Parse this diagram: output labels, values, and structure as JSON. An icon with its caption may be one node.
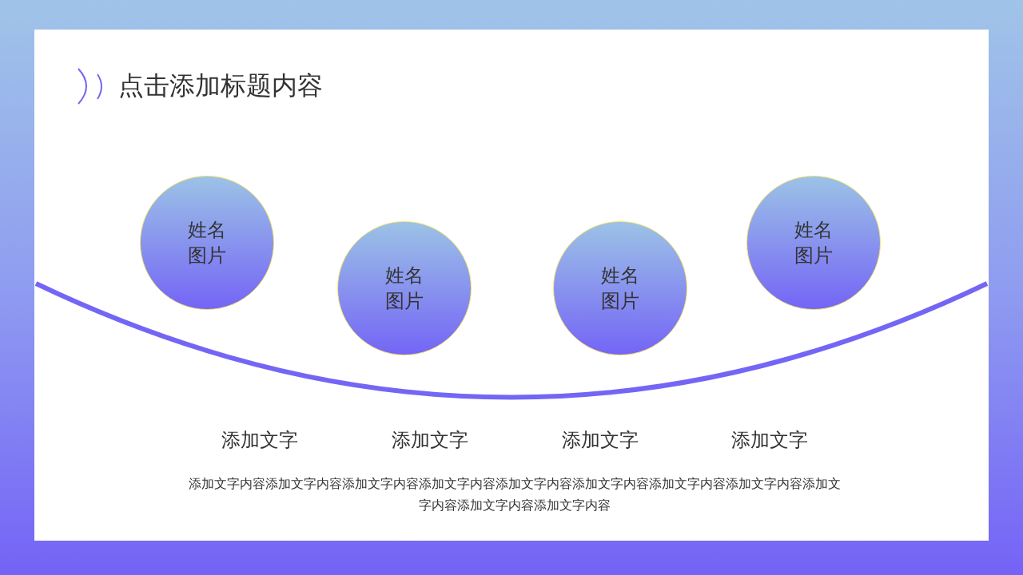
{
  "diagram": {
    "title": "点击添加标题内容",
    "nodes": [
      {
        "text": [
          "姓名图片"
        ]
      },
      {
        "text": [
          "姓名图片"
        ]
      },
      {
        "text": [
          "姓名图片"
        ]
      },
      {
        "text": [
          "姓名图片"
        ]
      }
    ],
    "labels": [
      "添加文字",
      "添加文字",
      "添加文字",
      "添加文字",
      "添加文字内容添加文字内容添加文字内容添加文字内容添加文字内容添加文字内容添加文字内容添加文字内容添加文字内容添加文字内容添加文字内容"
    ]
  }
}
